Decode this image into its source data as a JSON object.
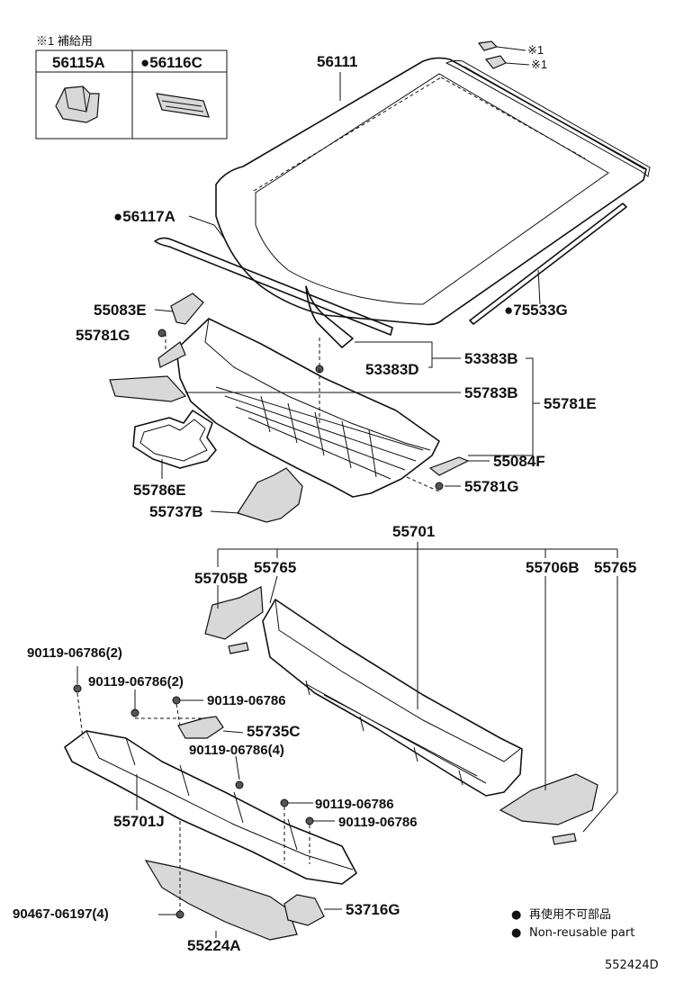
{
  "supply_box": {
    "caption": "※1 補給用",
    "left_label": "56115A",
    "right_label": "●56116C",
    "left_icon": "clip-part-icon",
    "right_icon": "spacer-part-icon"
  },
  "labels": {
    "p56111": "56111",
    "note1a": "※1",
    "note1b": "※1",
    "p56117A": "●56117A",
    "p75533G": "●75533G",
    "p55083E": "55083E",
    "p55781G_top": "55781G",
    "p53383B": "53383B",
    "p53383D": "53383D",
    "p55783B": "55783B",
    "p55781E": "55781E",
    "p55084F": "55084F",
    "p55781G_bot": "55781G",
    "p55786E": "55786E",
    "p55737B": "55737B",
    "p55701": "55701",
    "p55705B": "55705B",
    "p55765_left": "55765",
    "p55706B": "55706B",
    "p55765_right": "55765",
    "b1": "90119-06786(2)",
    "b2": "90119-06786(2)",
    "b3": "90119-06786",
    "p55735C": "55735C",
    "b4": "90119-06786(4)",
    "b5": "90119-06786",
    "b6": "90119-06786",
    "p55701J": "55701J",
    "p90467": "90467-06197(4)",
    "p53716G": "53716G",
    "p55224A": "55224A"
  },
  "legend": {
    "jp": "再使用不可部品",
    "en": "Non-reusable part",
    "bullet": "●"
  },
  "diagram_id": "552424D"
}
